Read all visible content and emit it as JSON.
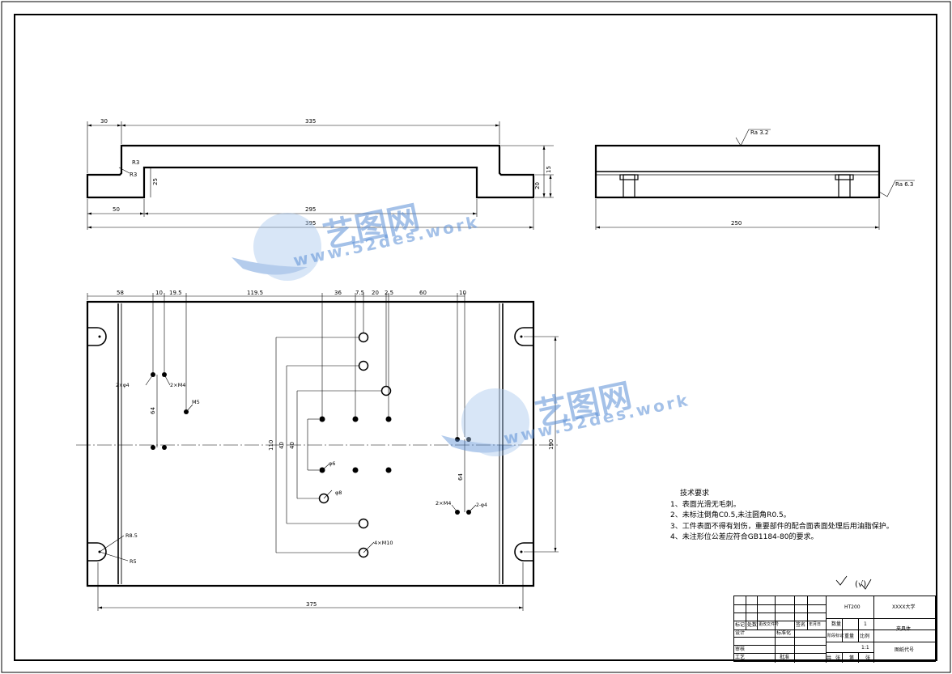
{
  "drawing": {
    "front_view": {
      "dims": [
        "30",
        "335",
        "R3",
        "R3",
        "25",
        "20",
        "15",
        "50",
        "295",
        "395"
      ]
    },
    "side_view": {
      "roughness_top": "Ra 3.2",
      "roughness_side": "Ra 6.3",
      "width": "250"
    },
    "top_view": {
      "top_dims": [
        "58",
        "10",
        "19.5",
        "119.5",
        "36",
        "7.5",
        "20",
        "2.5",
        "60",
        "10"
      ],
      "bottom_dim": "375",
      "left_dims": [
        "64",
        "110",
        "40",
        "40"
      ],
      "right_dims": [
        "64",
        "190"
      ],
      "callouts": {
        "left_hole_tol": "2×φ4",
        "left_m4": "2×M4",
        "m5": "M5",
        "phi6": "φ6",
        "phi8": "φ8",
        "m10": "4×M10",
        "right_m4": "2×M4",
        "right_hole": "2-φ4",
        "r8_5": "R8.5",
        "r5": "R5"
      }
    }
  },
  "tech_notes": {
    "title": "技术要求",
    "items": [
      "1、表面光滑无毛刺。",
      "2、未标注倒角C0.5,未注圆角R0.5。",
      "3、工件表面不得有划伤，重要部件的配合面表面处理后用油脂保护。",
      "4、未注形位公差应符合GB1184-80的要求。"
    ]
  },
  "surface_symbol": {
    "text": "(√)"
  },
  "title_block": {
    "material": "HT200",
    "school": "XXXX大学",
    "qty_label": "数量",
    "qty": "1",
    "part_name": "夹具体",
    "scale_label": "比例",
    "scale": "1:1",
    "weight_label": "重量",
    "stage_label": "阶段标记",
    "drawing_no": "图纸代号",
    "mark_label": "标记",
    "count_label": "处数",
    "file_label": "更改文件号",
    "sign_label": "签名",
    "date_label": "年月日",
    "design_label": "设计",
    "std_label": "标准化",
    "review_label": "审核",
    "process_label": "工艺",
    "approve_label": "批准",
    "sheet_total": "共",
    "sheet_label": "张",
    "page_label": "第",
    "page_unit": "张"
  },
  "watermark": {
    "brand": "艺图网",
    "url": "www.52des.work"
  }
}
